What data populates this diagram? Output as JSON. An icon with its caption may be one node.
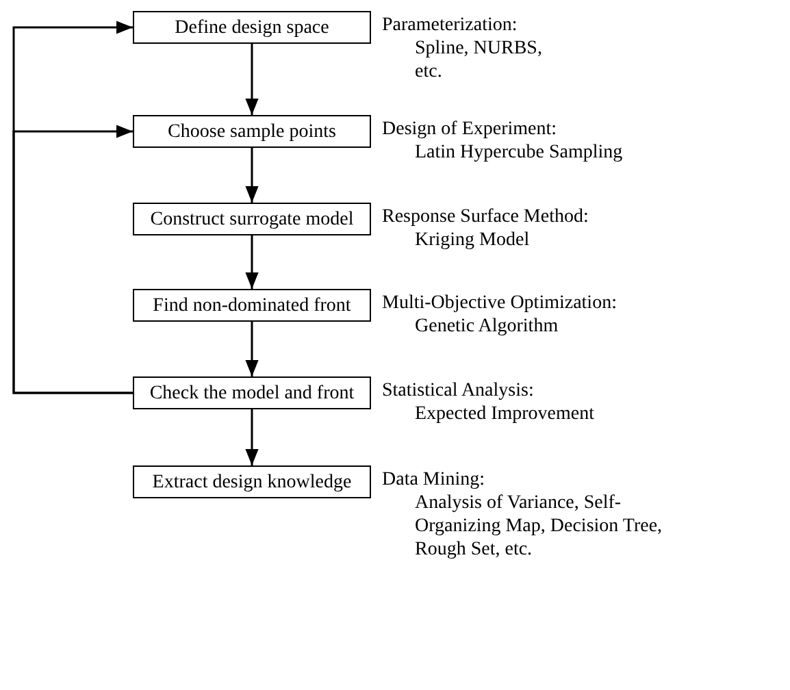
{
  "diagram": {
    "nodes": [
      {
        "text": [
          "Define design space"
        ],
        "beside": [
          "Parameterization:",
          "Spline, NURBS, etc."
        ]
      },
      {
        "text": [
          "Choose sample points"
        ],
        "beside": [
          "Design of Experiment:",
          "Latin Hypercube Sampling"
        ]
      },
      {
        "text": [
          "Construct surrogate model"
        ],
        "beside": [
          "Response Surface Method:",
          "Kriging Model"
        ]
      },
      {
        "text": [
          "Find non-dominated front"
        ],
        "beside": [
          "Multi-Objective Optimization:",
          "Genetic Algorithm"
        ]
      },
      {
        "text": [
          "Check the model and front"
        ],
        "beside": [
          "Statistical Analysis:",
          "Expected Improvement"
        ]
      },
      {
        "text": [
          "Extract design knowledge"
        ],
        "beside": [
          "Data Mining:",
          "Analysis of Variance, Self-Organizing Map, Decision Tree, Rough Set, etc."
        ]
      }
    ],
    "edges": [
      {
        "from": 0,
        "to": 1,
        "arrow": "to"
      },
      {
        "from": 1,
        "to": 2,
        "arrow": "to"
      },
      {
        "from": 2,
        "to": 3,
        "arrow": "to"
      },
      {
        "from": 3,
        "to": 4,
        "arrow": "to"
      },
      {
        "from": 4,
        "to": 5,
        "arrow": "to"
      },
      {
        "from": 4,
        "to": 0,
        "arrow": "to"
      },
      {
        "from": 4,
        "to": 1,
        "arrow": "to"
      }
    ]
  }
}
